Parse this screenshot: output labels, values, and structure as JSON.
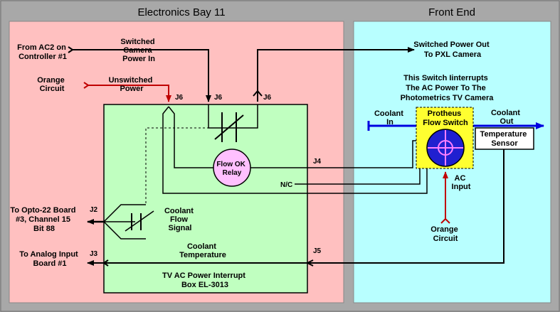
{
  "panels": {
    "left_title": "Electronics Bay 11",
    "right_title": "Front End"
  },
  "inputs": {
    "from_ac2": [
      "From AC2 on",
      "Controller #1"
    ],
    "switched_camera_power": [
      "Switched",
      "Camera",
      "Power In"
    ],
    "orange_circuit": [
      "Orange",
      "Circuit"
    ],
    "unswitched_power": [
      "Unswitched",
      "Power"
    ]
  },
  "connectors": {
    "j6_a": "J6",
    "j6_b": "J6",
    "j6_c": "J6",
    "j4": "J4",
    "j2": "J2",
    "j3": "J3",
    "j5": "J5",
    "nc": "N/C"
  },
  "box": {
    "relay_label": [
      "Flow OK",
      "Relay"
    ],
    "coolant_flow_signal": [
      "Coolant",
      "Flow",
      "Signal"
    ],
    "coolant_temperature": [
      "Coolant",
      "Temperature"
    ],
    "box_name": [
      "TV AC Power Interrupt",
      "Box  EL-3013"
    ]
  },
  "outputs": {
    "opto22": [
      "To Opto-22 Board",
      "#3, Channel 15",
      "Bit 88"
    ],
    "analog_input": [
      "To Analog Input",
      "Board #1"
    ],
    "switched_power_out": [
      "Switched Power Out",
      "To PXL Camera"
    ]
  },
  "front_end": {
    "switch_note": [
      "This Switch Iinterrupts",
      "The AC Power To The",
      "Photometrics TV Camera"
    ],
    "coolant_in": [
      "Coolant",
      "In"
    ],
    "coolant_out": [
      "Coolant",
      "Out"
    ],
    "flow_switch": [
      "Protheus",
      "Flow Switch"
    ],
    "temperature_sensor": [
      "Temperature",
      "Sensor"
    ],
    "ac_input": [
      "AC",
      "Input"
    ],
    "orange_circuit": [
      "Orange",
      "Circuit"
    ]
  },
  "colors": {
    "left_panel": "#ffc0c0",
    "right_panel": "#b8ffff",
    "box": "#c0ffc0",
    "relay": "#ffc0ff",
    "switch_box": "#ffff30",
    "switch_wheel": "#2020d0",
    "orange_wire": "#c00000",
    "coolant_line": "#0000e0"
  }
}
